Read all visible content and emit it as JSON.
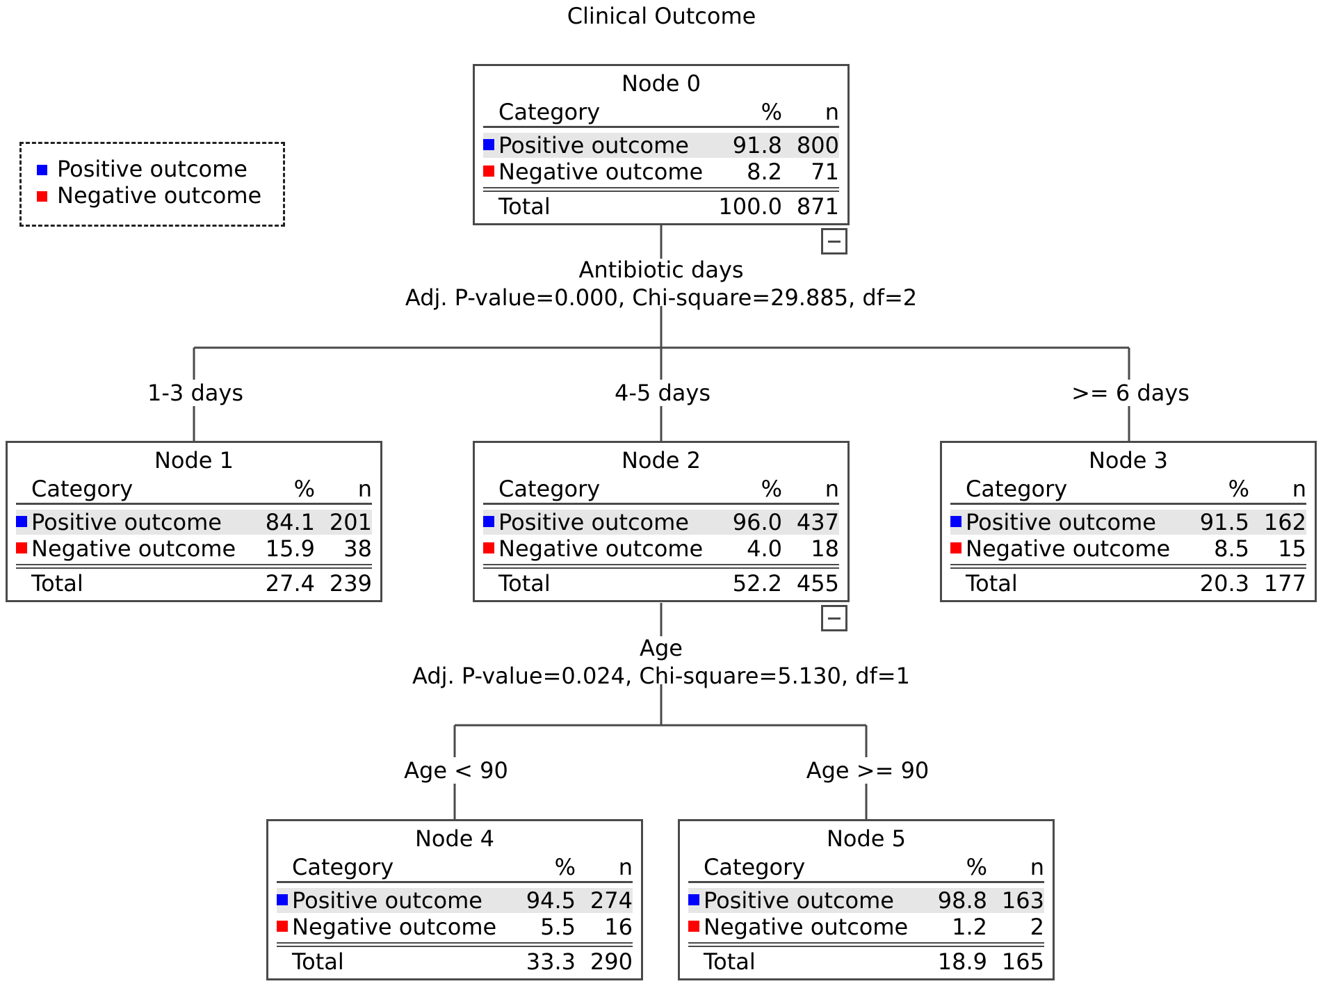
{
  "title": "Clinical Outcome",
  "colors": {
    "positive": "#0000ff",
    "negative": "#ff0000",
    "highlight": "#e6e6e6"
  },
  "legend": {
    "items": [
      {
        "label": "Positive outcome",
        "color": "#0000ff"
      },
      {
        "label": "Negative outcome",
        "color": "#ff0000"
      }
    ]
  },
  "table_headers": {
    "category": "Category",
    "pct": "%",
    "n": "n"
  },
  "nodes": [
    {
      "title": "Node 0",
      "rows": [
        {
          "label": "Positive outcome",
          "pct": "91.8",
          "n": "800"
        },
        {
          "label": "Negative outcome",
          "pct": "8.2",
          "n": "71"
        }
      ],
      "total": {
        "label": "Total",
        "pct": "100.0",
        "n": "871"
      }
    },
    {
      "title": "Node 1",
      "rows": [
        {
          "label": "Positive outcome",
          "pct": "84.1",
          "n": "201"
        },
        {
          "label": "Negative outcome",
          "pct": "15.9",
          "n": "38"
        }
      ],
      "total": {
        "label": "Total",
        "pct": "27.4",
        "n": "239"
      }
    },
    {
      "title": "Node 2",
      "rows": [
        {
          "label": "Positive outcome",
          "pct": "96.0",
          "n": "437"
        },
        {
          "label": "Negative outcome",
          "pct": "4.0",
          "n": "18"
        }
      ],
      "total": {
        "label": "Total",
        "pct": "52.2",
        "n": "455"
      }
    },
    {
      "title": "Node 3",
      "rows": [
        {
          "label": "Positive outcome",
          "pct": "91.5",
          "n": "162"
        },
        {
          "label": "Negative outcome",
          "pct": "8.5",
          "n": "15"
        }
      ],
      "total": {
        "label": "Total",
        "pct": "20.3",
        "n": "177"
      }
    },
    {
      "title": "Node 4",
      "rows": [
        {
          "label": "Positive outcome",
          "pct": "94.5",
          "n": "274"
        },
        {
          "label": "Negative outcome",
          "pct": "5.5",
          "n": "16"
        }
      ],
      "total": {
        "label": "Total",
        "pct": "33.3",
        "n": "290"
      }
    },
    {
      "title": "Node 5",
      "rows": [
        {
          "label": "Positive outcome",
          "pct": "98.8",
          "n": "163"
        },
        {
          "label": "Negative outcome",
          "pct": "1.2",
          "n": "2"
        }
      ],
      "total": {
        "label": "Total",
        "pct": "18.9",
        "n": "165"
      }
    }
  ],
  "splits": [
    {
      "variable": "Antibiotic days",
      "stats": "Adj. P-value=0.000, Chi-square=29.885, df=2"
    },
    {
      "variable": "Age",
      "stats": "Adj. P-value=0.024, Chi-square=5.130, df=1"
    }
  ],
  "edges": [
    "1-3 days",
    "4-5 days",
    ">= 6 days",
    "Age < 90",
    "Age >= 90"
  ]
}
